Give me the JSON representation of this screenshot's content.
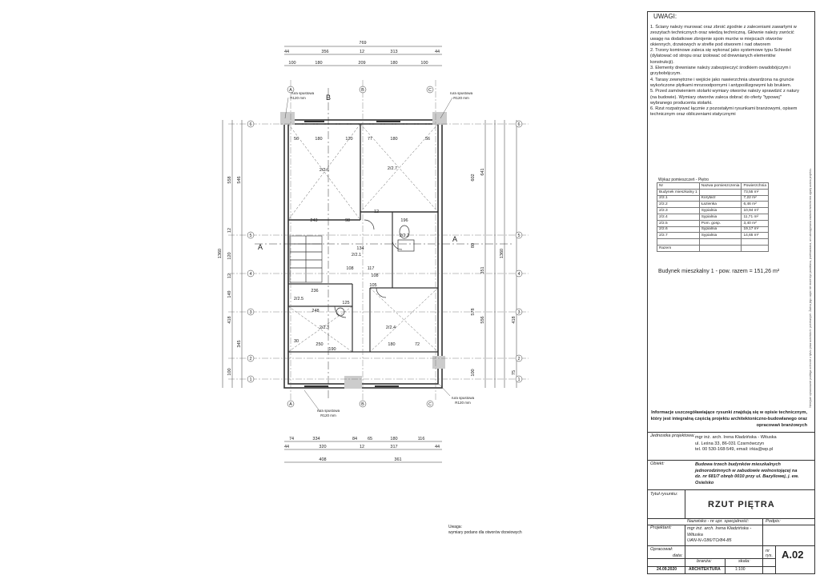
{
  "notes": {
    "title": "UWAGI:",
    "items": [
      "1. Ściany należy murować oraz zbroić zgodnie z zaleceniami zawartymi w zeszytach technicznych oraz wiedzą techniczną. Głównie należy zwrócić uwagę na dodatkowe zbrojenie spoin murów w miejscach otworów okiennych, drzwiowych w strefie pod otworem i nad otworem",
      "2. Trzony kominowe zaleca się wykonać jako systemowe typu Schiedel (dylatować od stropu oraz izolować od drewnianych elementów konstrukcji).",
      "3. Elementy drewniane należy zabezpieczyć środkiem owadobójczym i grzybobójczym.",
      "4. Tarasy zewnętrzne i wejście jako nawierzchnia utwardzona na gruncie wykończone płytkami mrozoodpornymi i antypoślizgowymi lub brukiem.",
      "5. Przed zamówieniem stolarki wymiary otworów należy sprawdzić z natury (na budowie). Wymiary otworów zaleca dobrać do oferty \"typowej\" wybranego producenta stolarki.",
      "6. Rzut rozpatrywać łącznie z pozostałymi rysunkami branżowymi, opisem technicznym oraz obliczeniami statycznymi"
    ]
  },
  "sidebar_text": "Niniejsze opracowanie podlega ochronie z tytułu praw autorskich i pokrewnych. Żadna jego część nie może być powielana, przetwarzana, ani udostępniana osobom trzecim bez zgody autora projektu.",
  "rooms_table": {
    "caption": "Wykaz pomieszczeń - Piętro",
    "headers": [
      "Nr",
      "Nazwa pomieszczenia",
      "Powierzchnia"
    ],
    "rows": [
      [
        "Budynek mieszkalny 1",
        "",
        "73,55 m²"
      ],
      [
        "2/2.1",
        "Korytarz",
        "7,22 m²"
      ],
      [
        "2/2.2",
        "Łazienka",
        "6,46 m²"
      ],
      [
        "2/2.3",
        "Sypialnia",
        "10,94 m²"
      ],
      [
        "2/2.4",
        "Sypialnia",
        "11,71 m²"
      ],
      [
        "2/2.5",
        "Pom. gosp.",
        "3,40 m²"
      ],
      [
        "2/2.6",
        "Sypialnia",
        "19,17 m²"
      ],
      [
        "2/2.7",
        "Sypialnia",
        "14,65 m²"
      ],
      [
        "",
        "",
        ""
      ],
      [
        "Razem",
        "",
        ""
      ]
    ]
  },
  "area_total": "Budynek mieszkalny 1 - pow. razem = 151,26 m²",
  "info_block": "Informacje uszczegóławiające rysunki znajdują się w opisie technicznym, który jest integralną częścią projektu architektoniczno-budowlanego oraz opracowań branżowych",
  "title_block": {
    "unit_label": "Jednostka projektowa:",
    "unit_value": "mgr inż. arch. Irena Kładzińska - Wituska\nul. Leśna 33, 86-031 Czarnówczyn\ntel. 00 530-168-549, email: irkia@wp.pl",
    "object_label": "Obiekt:",
    "object_value": "Budowa trzech budynków mieszkalnych jednorodzinnych w zabudowie wolnostojącej na dz. nr 681/7 obręb 0010 przy ul. Bazyliowej, j. ew. Osielsko",
    "title_label": "Tytuł rysunku:",
    "title_value": "RZUT PIĘTRA",
    "name_label": "Nazwisko - nr upr. specjalność:",
    "signature_label": "Podpis:",
    "designer_label": "Projektant:",
    "designer_value": "mgr inż. arch. Irena Kładzińska - Wituska\nUAN-N-/186/TO/84-85",
    "prepared_label": "Opracował:",
    "date_label": "data:",
    "date_value": "24.09.2020",
    "branch_label": "branża:",
    "branch_value": "ARCHITEKTURA",
    "scale_label": "skala:",
    "scale_value": "1:100",
    "sheet_label": "nr rys.",
    "sheet_value": "A.02"
  },
  "bottom_note": "Uwaga:\nwymiary podano dla otworów drzwiowych",
  "plan": {
    "top_dims_row1": [
      "769"
    ],
    "top_dims_row2": [
      "44",
      "356",
      "12",
      "313",
      "44"
    ],
    "top_dims_row3": [
      "100",
      "180",
      "209",
      "180",
      "100"
    ],
    "bottom_dims_row1": [
      "74",
      "334",
      "84",
      "65",
      "180",
      "116"
    ],
    "bottom_dims_row2": [
      "44",
      "320",
      "12",
      "317",
      "44"
    ],
    "bottom_dims_row3": [
      "408",
      "361"
    ],
    "left_dims": [
      "1360",
      "558",
      "546",
      "12",
      "120",
      "12",
      "149",
      "418",
      "345",
      "100"
    ],
    "right_dims": [
      "1360",
      "641",
      "602",
      "80",
      "351",
      "578",
      "556",
      "418",
      "100",
      "75"
    ],
    "rooms": [
      "2/2.6",
      "2/2.7",
      "2/2.1",
      "2/2.2",
      "2/2.3",
      "2/2.4",
      "2/2.5"
    ],
    "axes": [
      "1",
      "2",
      "3",
      "4",
      "5",
      "6",
      "A",
      "B",
      "C"
    ],
    "annotations": [
      "rura spustowa",
      "R120 mm"
    ],
    "inner_dims": [
      "56",
      "180",
      "120",
      "77",
      "180",
      "56",
      "243",
      "98",
      "12",
      "196",
      "134",
      "108",
      "117",
      "236",
      "248",
      "125",
      "250",
      "180",
      "72",
      "30",
      "190",
      "105",
      "108"
    ]
  }
}
